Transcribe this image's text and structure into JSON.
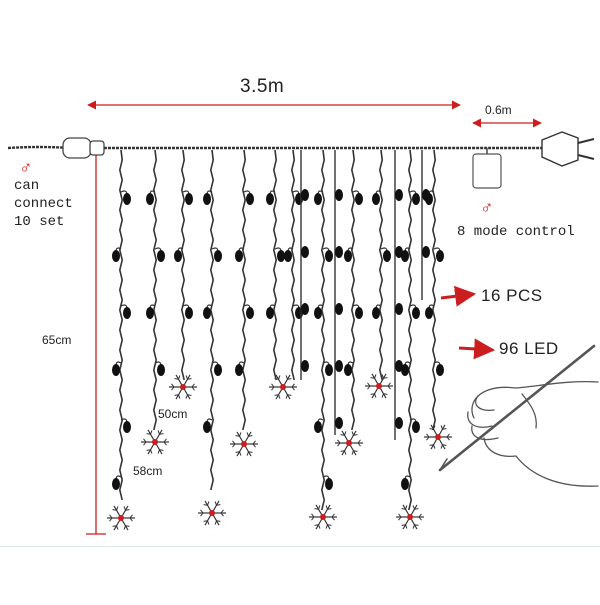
{
  "dimensions": {
    "total_length": "3.5m",
    "lead_length": "0.6m",
    "curtain_height": "65cm",
    "middle_drop": "50cm",
    "short_drop": "58cm"
  },
  "notes": {
    "connect_lines": [
      "can",
      "connect",
      "10 set"
    ],
    "mode_control": "8 mode control",
    "male_symbol": "♂"
  },
  "callouts": {
    "strands": "16 PCS",
    "leds": "96 LED"
  },
  "colors": {
    "arrow": "#cc1e1e",
    "wire": "#333333",
    "text": "#222222"
  }
}
